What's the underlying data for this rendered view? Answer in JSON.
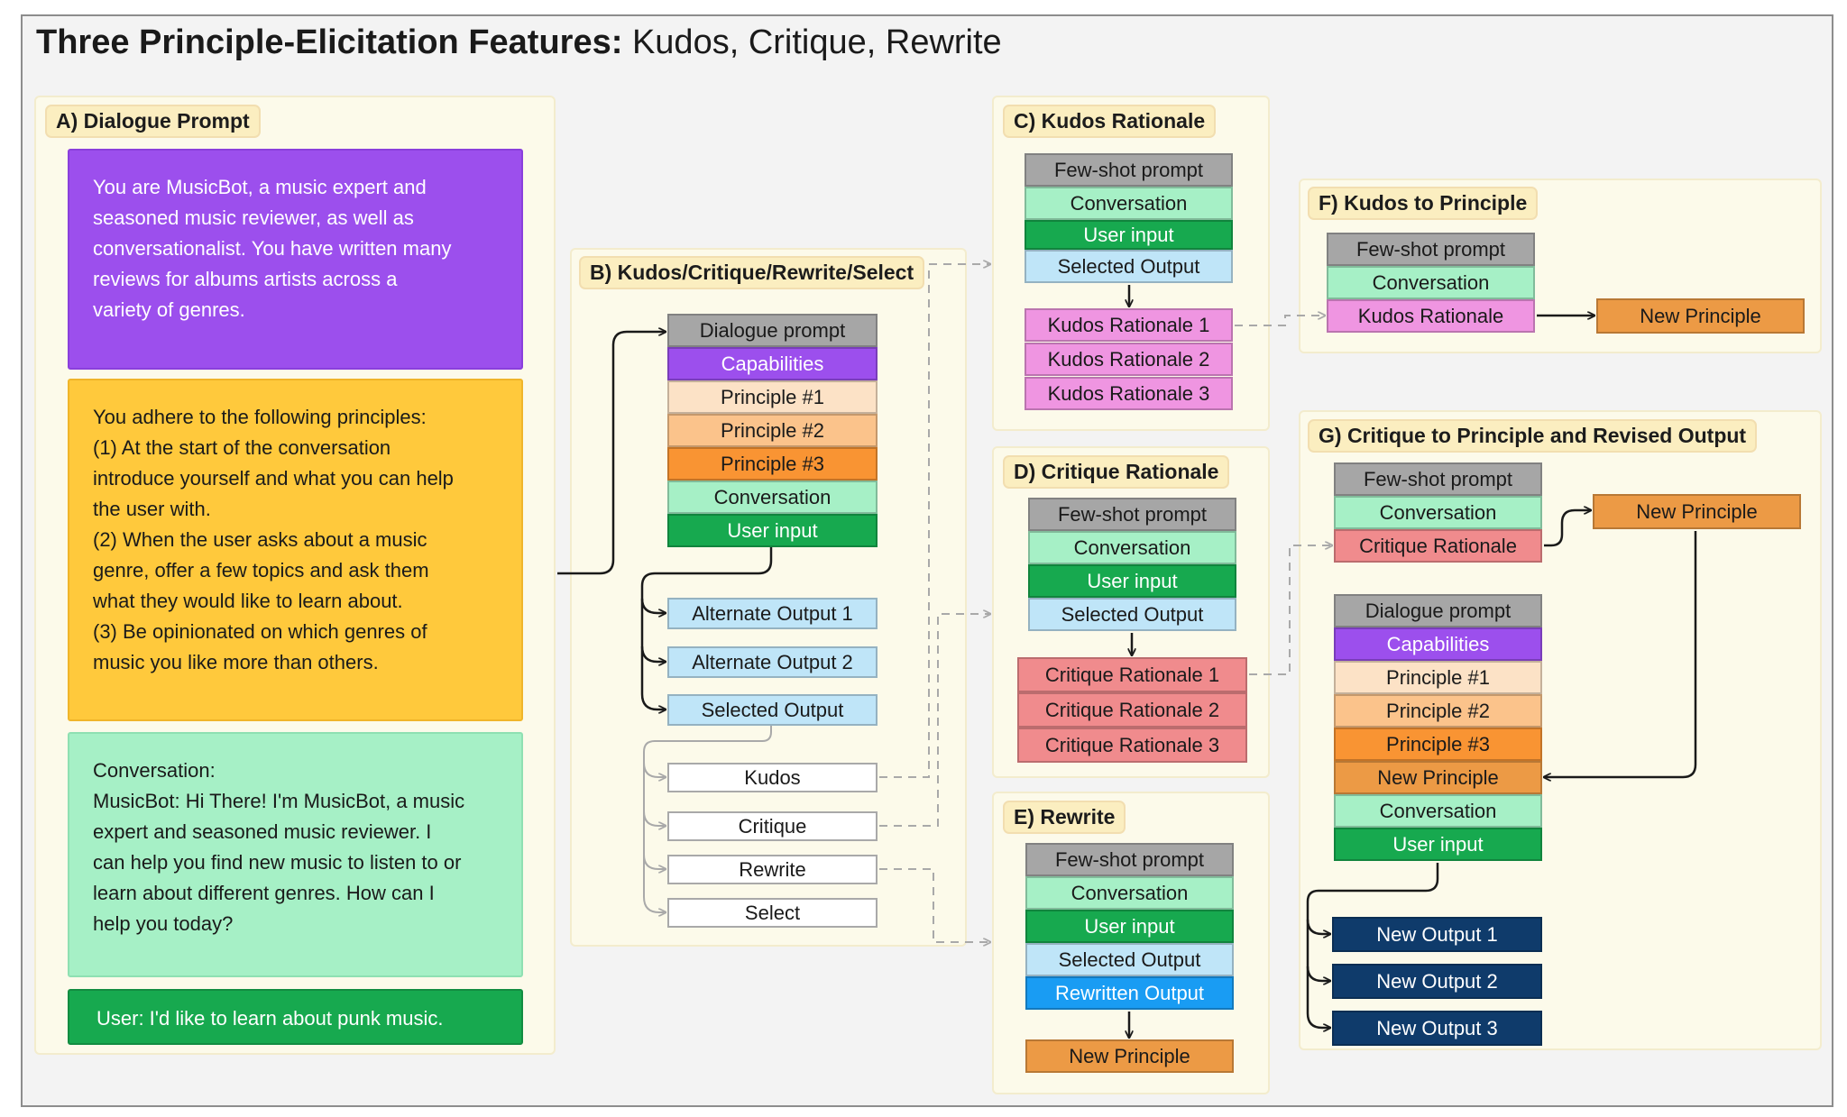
{
  "title": {
    "bold": "Three Principle-Elicitation Features:",
    "rest": "Kudos, Critique, Rewrite"
  },
  "panels": {
    "a": "A) Dialogue Prompt",
    "b": "B) Kudos/Critique/Rewrite/Select",
    "c": "C) Kudos Rationale",
    "d": "D) Critique Rationale",
    "e": "E) Rewrite",
    "f": "F) Kudos to Principle",
    "g": "G) Critique to Principle and Revised Output"
  },
  "dialogue": {
    "capabilities_text": "You are MusicBot, a music expert and\nseasoned music reviewer, as well as\nconversationalist. You have written many\nreviews for albums artists across a\nvariety of genres.",
    "principles_text": "You adhere to the following principles:\n(1) At the start of the conversation\nintroduce yourself and what you can help\nthe user with.\n(2) When the user asks about a music\ngenre, offer a few topics and ask them\nwhat they would like to learn about.\n(3) Be opinionated on which genres of\nmusic you like more than others.",
    "conversation_text": "Conversation:\nMusicBot: Hi There! I'm MusicBot, a music\nexpert and seasoned music reviewer. I\ncan help you find new music to listen to or\nlearn about different genres. How can I\nhelp you today?",
    "user_text": "User: I'd like to learn about punk music."
  },
  "b": {
    "dialogue_prompt": "Dialogue prompt",
    "capabilities": "Capabilities",
    "principle1": "Principle #1",
    "principle2": "Principle #2",
    "principle3": "Principle #3",
    "conversation": "Conversation",
    "user_input": "User input",
    "alt1": "Alternate Output 1",
    "alt2": "Alternate Output 2",
    "selected": "Selected Output",
    "kudos": "Kudos",
    "critique": "Critique",
    "rewrite": "Rewrite",
    "select": "Select"
  },
  "c": {
    "fewshot": "Few-shot prompt",
    "conversation": "Conversation",
    "user_input": "User input",
    "selected": "Selected Output",
    "r1": "Kudos Rationale 1",
    "r2": "Kudos Rationale 2",
    "r3": "Kudos Rationale 3"
  },
  "d": {
    "fewshot": "Few-shot prompt",
    "conversation": "Conversation",
    "user_input": "User input",
    "selected": "Selected Output",
    "r1": "Critique Rationale 1",
    "r2": "Critique Rationale 2",
    "r3": "Critique Rationale 3"
  },
  "e": {
    "fewshot": "Few-shot prompt",
    "conversation": "Conversation",
    "user_input": "User input",
    "selected": "Selected Output",
    "rewritten": "Rewritten Output",
    "new_principle": "New Principle"
  },
  "f": {
    "fewshot": "Few-shot prompt",
    "conversation": "Conversation",
    "rationale": "Kudos Rationale",
    "new_principle": "New Principle"
  },
  "g": {
    "fewshot": "Few-shot prompt",
    "conversation": "Conversation",
    "rationale": "Critique Rationale",
    "new_principle": "New Principle",
    "dialogue_prompt": "Dialogue prompt",
    "capabilities": "Capabilities",
    "principle1": "Principle #1",
    "principle2": "Principle #2",
    "principle3": "Principle #3",
    "new_principle_row": "New Principle",
    "conversation2": "Conversation",
    "user_input": "User input",
    "out1": "New Output 1",
    "out2": "New Output 2",
    "out3": "New Output 3"
  },
  "colors": {
    "panel_bg": "#fcfaea",
    "label_bg": "#fbeec0",
    "capabilities_purple": "#9c4fed",
    "principles_yellow": "#ffc93c",
    "conversation_mint": "#a6f0c6",
    "user_green": "#17a94f",
    "selected_blue": "#bfe5f8",
    "kudos_pink": "#ef95e1",
    "critique_red": "#f08b8d",
    "new_principle_orange": "#ec9a45",
    "new_output_navy": "#0f3b6b",
    "rewritten_blue": "#199cf3"
  }
}
